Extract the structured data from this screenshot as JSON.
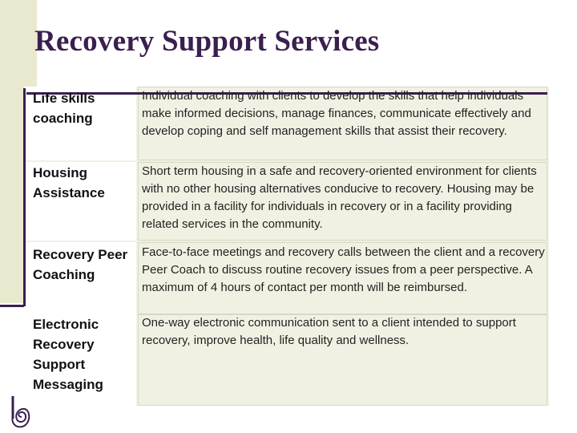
{
  "slide": {
    "title": "Recovery Support Services"
  },
  "services": [
    {
      "name": "Life skills coaching",
      "description": "Individual coaching with clients to develop the skills that help individuals make informed decisions, manage finances, communicate effectively and develop coping and self management skills that assist their recovery."
    },
    {
      "name": "Housing Assistance",
      "description": "Short term housing in a safe and recovery-oriented environment for clients with no other housing alternatives conducive to recovery. Housing may be provided in a facility for individuals in recovery or in a facility providing related services in the community."
    },
    {
      "name": "Recovery Peer Coaching",
      "description": "Face-to-face meetings and recovery calls between the client and a recovery Peer Coach to discuss routine recovery issues from a peer perspective.  A maximum of 4 hours of contact per month will be reimbursed."
    },
    {
      "name": "Electronic Recovery Support Messaging",
      "description": "One-way electronic communication sent to a client intended to support recovery, improve health, life quality and wellness."
    }
  ],
  "colors": {
    "accent": "#3a1f4f",
    "panel": "#f1f1e3",
    "side": "#e9e9cf"
  },
  "icons": {
    "logo": "spiral-logo-icon"
  }
}
